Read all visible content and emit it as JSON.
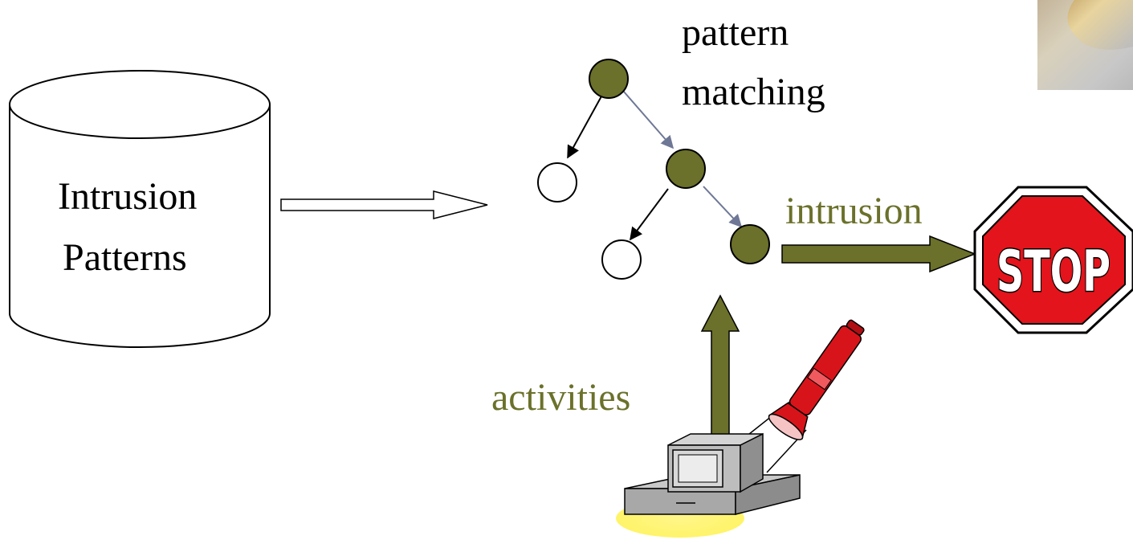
{
  "labels": {
    "database_line1": "Intrusion",
    "database_line2": "Patterns",
    "pattern_line1": "pattern",
    "pattern_line2": "matching",
    "intrusion": "intrusion",
    "activities": "activities",
    "stop_sign": "STOP"
  },
  "colors": {
    "olive": "#6b702a",
    "text_olive": "#6b712a",
    "black": "#000000",
    "slate_edge": "#6e7896",
    "stop_red": "#e3141b",
    "flashlight_red": "#d8141b",
    "glow_yellow": "#fff68a",
    "computer_gray": "#b8b8b8"
  },
  "icons": {
    "database": "cylinder-database-icon",
    "tree": "pattern-tree-icon",
    "stop": "stop-sign-icon",
    "computer": "computer-icon",
    "flashlight": "flashlight-icon",
    "photo_corner": "photo-corner"
  }
}
